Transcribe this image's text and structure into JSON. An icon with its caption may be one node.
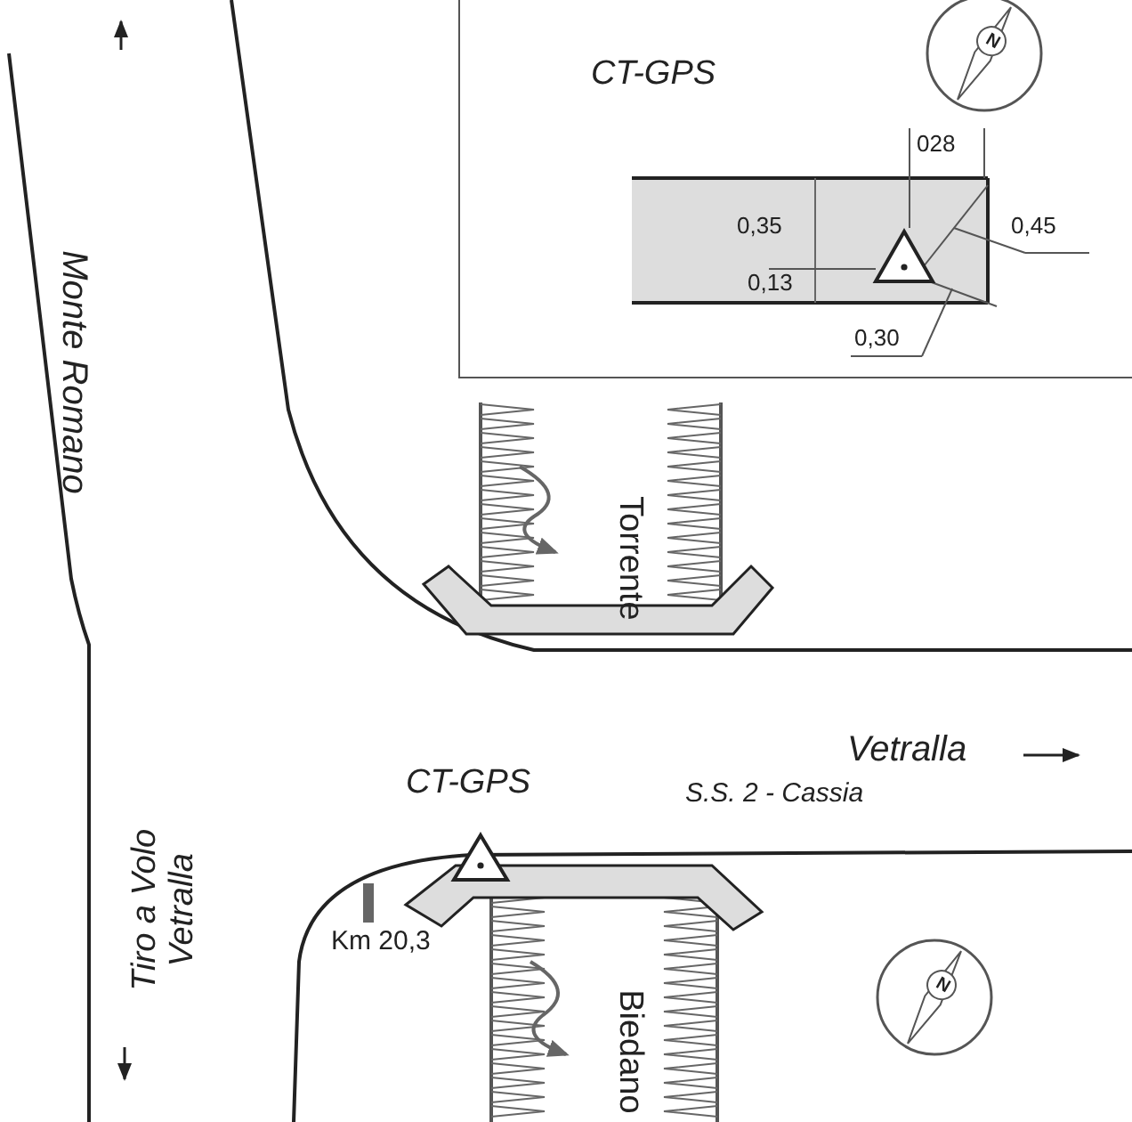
{
  "diagram": {
    "labels": [
      "CT-GPS",
      "N",
      "028",
      "Monte Romano",
      "0,35",
      "0,45",
      "0,13",
      "0,30",
      "Torrente",
      "Vetralla",
      "CT-GPS",
      "S.S. 2 - Cassia",
      "Tiro a Volo Vetralla",
      "Km 20,3",
      "Biedano",
      "N"
    ]
  }
}
